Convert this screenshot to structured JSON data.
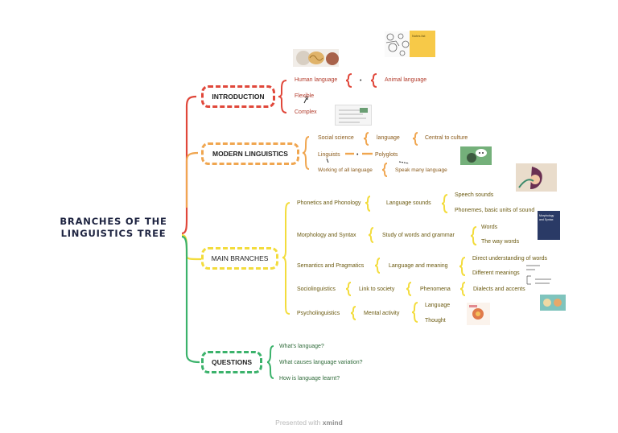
{
  "root_title_line1": "BRANCHES OF THE",
  "root_title_line2": "LINGUISTICS TREE",
  "branches": {
    "introduction": {
      "label": "INTRODUCTION",
      "items": [
        "Human language",
        "Animal language",
        "Flexible",
        "Complex"
      ]
    },
    "modern": {
      "label": "MODERN LINGUISTICS",
      "items": [
        "Social science",
        "language",
        "Central to culture",
        "Linguists",
        "Polyglots",
        "Working of all language",
        "Speak many language"
      ]
    },
    "main": {
      "label": "MAIN BRANCHES",
      "rows": [
        {
          "name": "Phonetics and Phonology",
          "mid": "Language sounds",
          "leaves": [
            "Speech sounds",
            "Phonemes, basic units of sound"
          ]
        },
        {
          "name": "Morphology and Syntax",
          "mid": "Study of words and grammar",
          "leaves": [
            "Words",
            "The way words"
          ]
        },
        {
          "name": "Semantics and Pragmatics",
          "mid": "Language and meaning",
          "leaves": [
            "Direct understanding of words",
            "Different meanings"
          ]
        },
        {
          "name": "Sociolinguistics",
          "mid": "Link to society",
          "mid2": "Phenomena",
          "leaves": [
            "Dialects and accents"
          ]
        },
        {
          "name": "Psycholinguistics",
          "mid": "Mental activity",
          "leaves": [
            "Language",
            "Thought"
          ]
        }
      ]
    },
    "questions": {
      "label": "QUESTIONS",
      "items": [
        "What's language?",
        "What causes language variation?",
        "How is language learnt?"
      ]
    }
  },
  "thumbnails": {
    "brains_image": "brains-image",
    "pattern_image": "pattern-image",
    "sticky_note": "Notes list",
    "chart_image": "chart-image",
    "speaker_image": "speaker-image",
    "face_image": "face-image",
    "book_cover": "Morphology and Syntax",
    "chart2_image": "chart2-image",
    "book_image": "book-image",
    "chat_image": "chat-image"
  },
  "footer": {
    "prefix": "Presented with",
    "brand": "xmind"
  },
  "colors": {
    "red": "#e0473a",
    "orange": "#f0a650",
    "gold": "#f3dc3c",
    "green": "#3bb26b",
    "root": "#1d2340"
  }
}
